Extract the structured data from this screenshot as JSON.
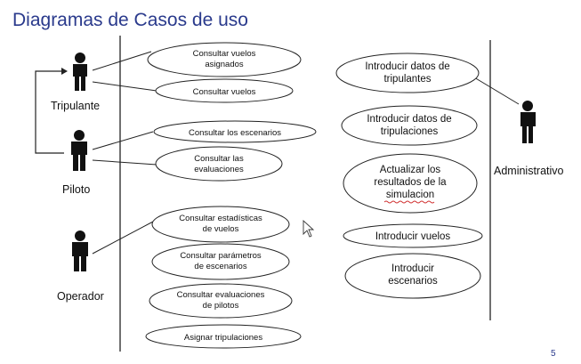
{
  "title": "Diagramas de Casos de uso",
  "page_number": "5",
  "actors": {
    "tripulante": "Tripulante",
    "piloto": "Piloto",
    "operador": "Operador",
    "administrativo": "Administrativo"
  },
  "use_cases_left": [
    [
      "Consultar vuelos",
      "asignados"
    ],
    [
      "Consultar vuelos"
    ],
    [
      "Consultar los escenarios"
    ],
    [
      "Consultar las",
      "evaluaciones"
    ],
    [
      "Consultar estadísticas",
      "de vuelos"
    ],
    [
      "Consultar parámetros",
      "de escenarios"
    ],
    [
      "Consultar evaluaciones",
      "de pilotos"
    ],
    [
      "Asignar tripulaciones"
    ]
  ],
  "use_cases_right": [
    [
      "Introducir datos de",
      "tripulantes"
    ],
    [
      "Introducir datos de",
      "tripulaciones"
    ],
    [
      "Actualizar los",
      "resultados de la",
      "simulacion"
    ],
    [
      "Introducir vuelos"
    ],
    [
      "Introducir",
      "escenarios"
    ]
  ],
  "colors": {
    "title": "#2a3a8c",
    "lines": "#222222",
    "misspell": "#d03030"
  }
}
